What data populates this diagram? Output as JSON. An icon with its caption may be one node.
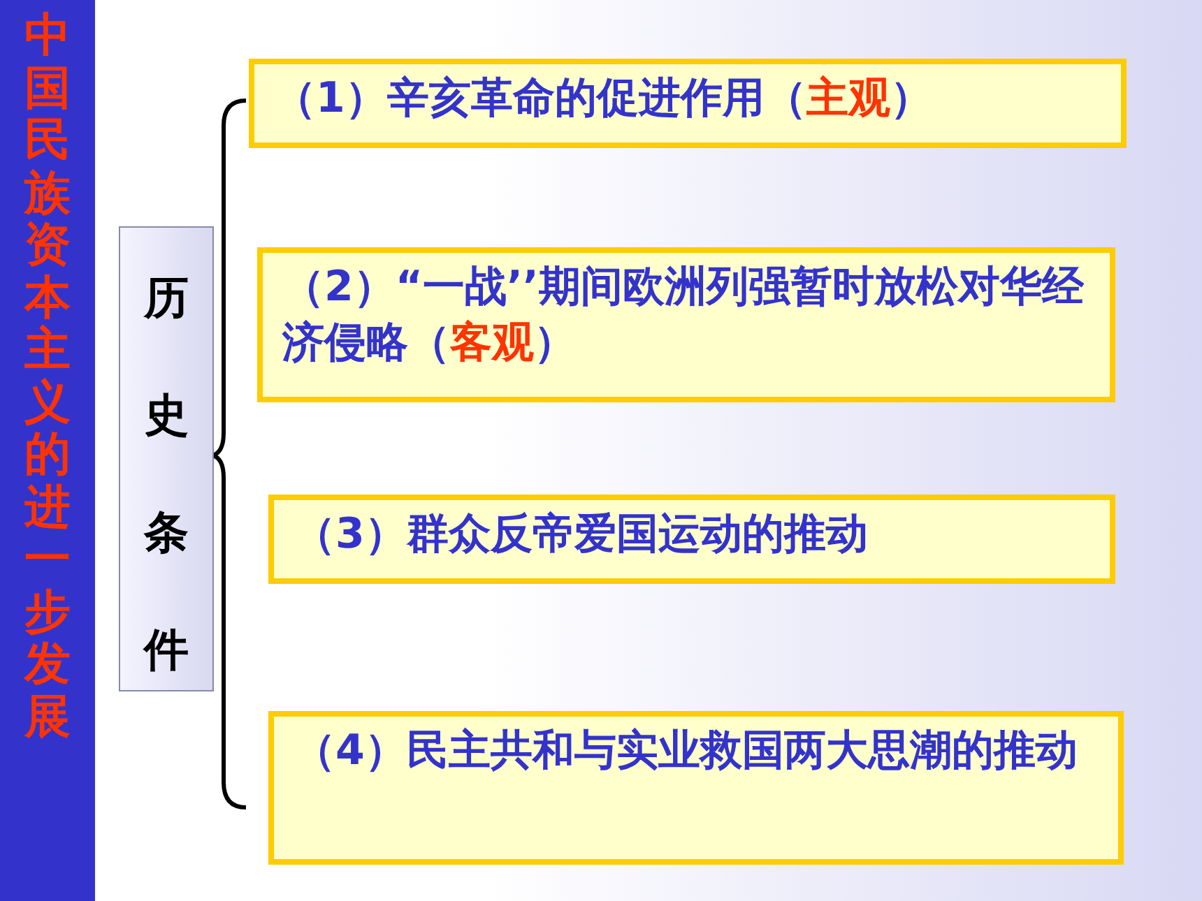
{
  "diagram": {
    "nodes": [
      {
        "text": [
          "中国民族资本主义的进一步发展"
        ]
      },
      {
        "text": [
          "历史条件"
        ]
      },
      {
        "text": [
          "（1）辛亥革命的促进作用（**主观**）"
        ]
      },
      {
        "text": [
          "（2）“一战’’期间欧洲列强暂时放松对华经济侵略（**客观**）"
        ]
      },
      {
        "text": [
          "（3）群众反帝爱国运动的推动"
        ]
      },
      {
        "text": [
          "（4）民主共和与实业救国两大思潮的推动"
        ]
      }
    ],
    "edges": []
  }
}
